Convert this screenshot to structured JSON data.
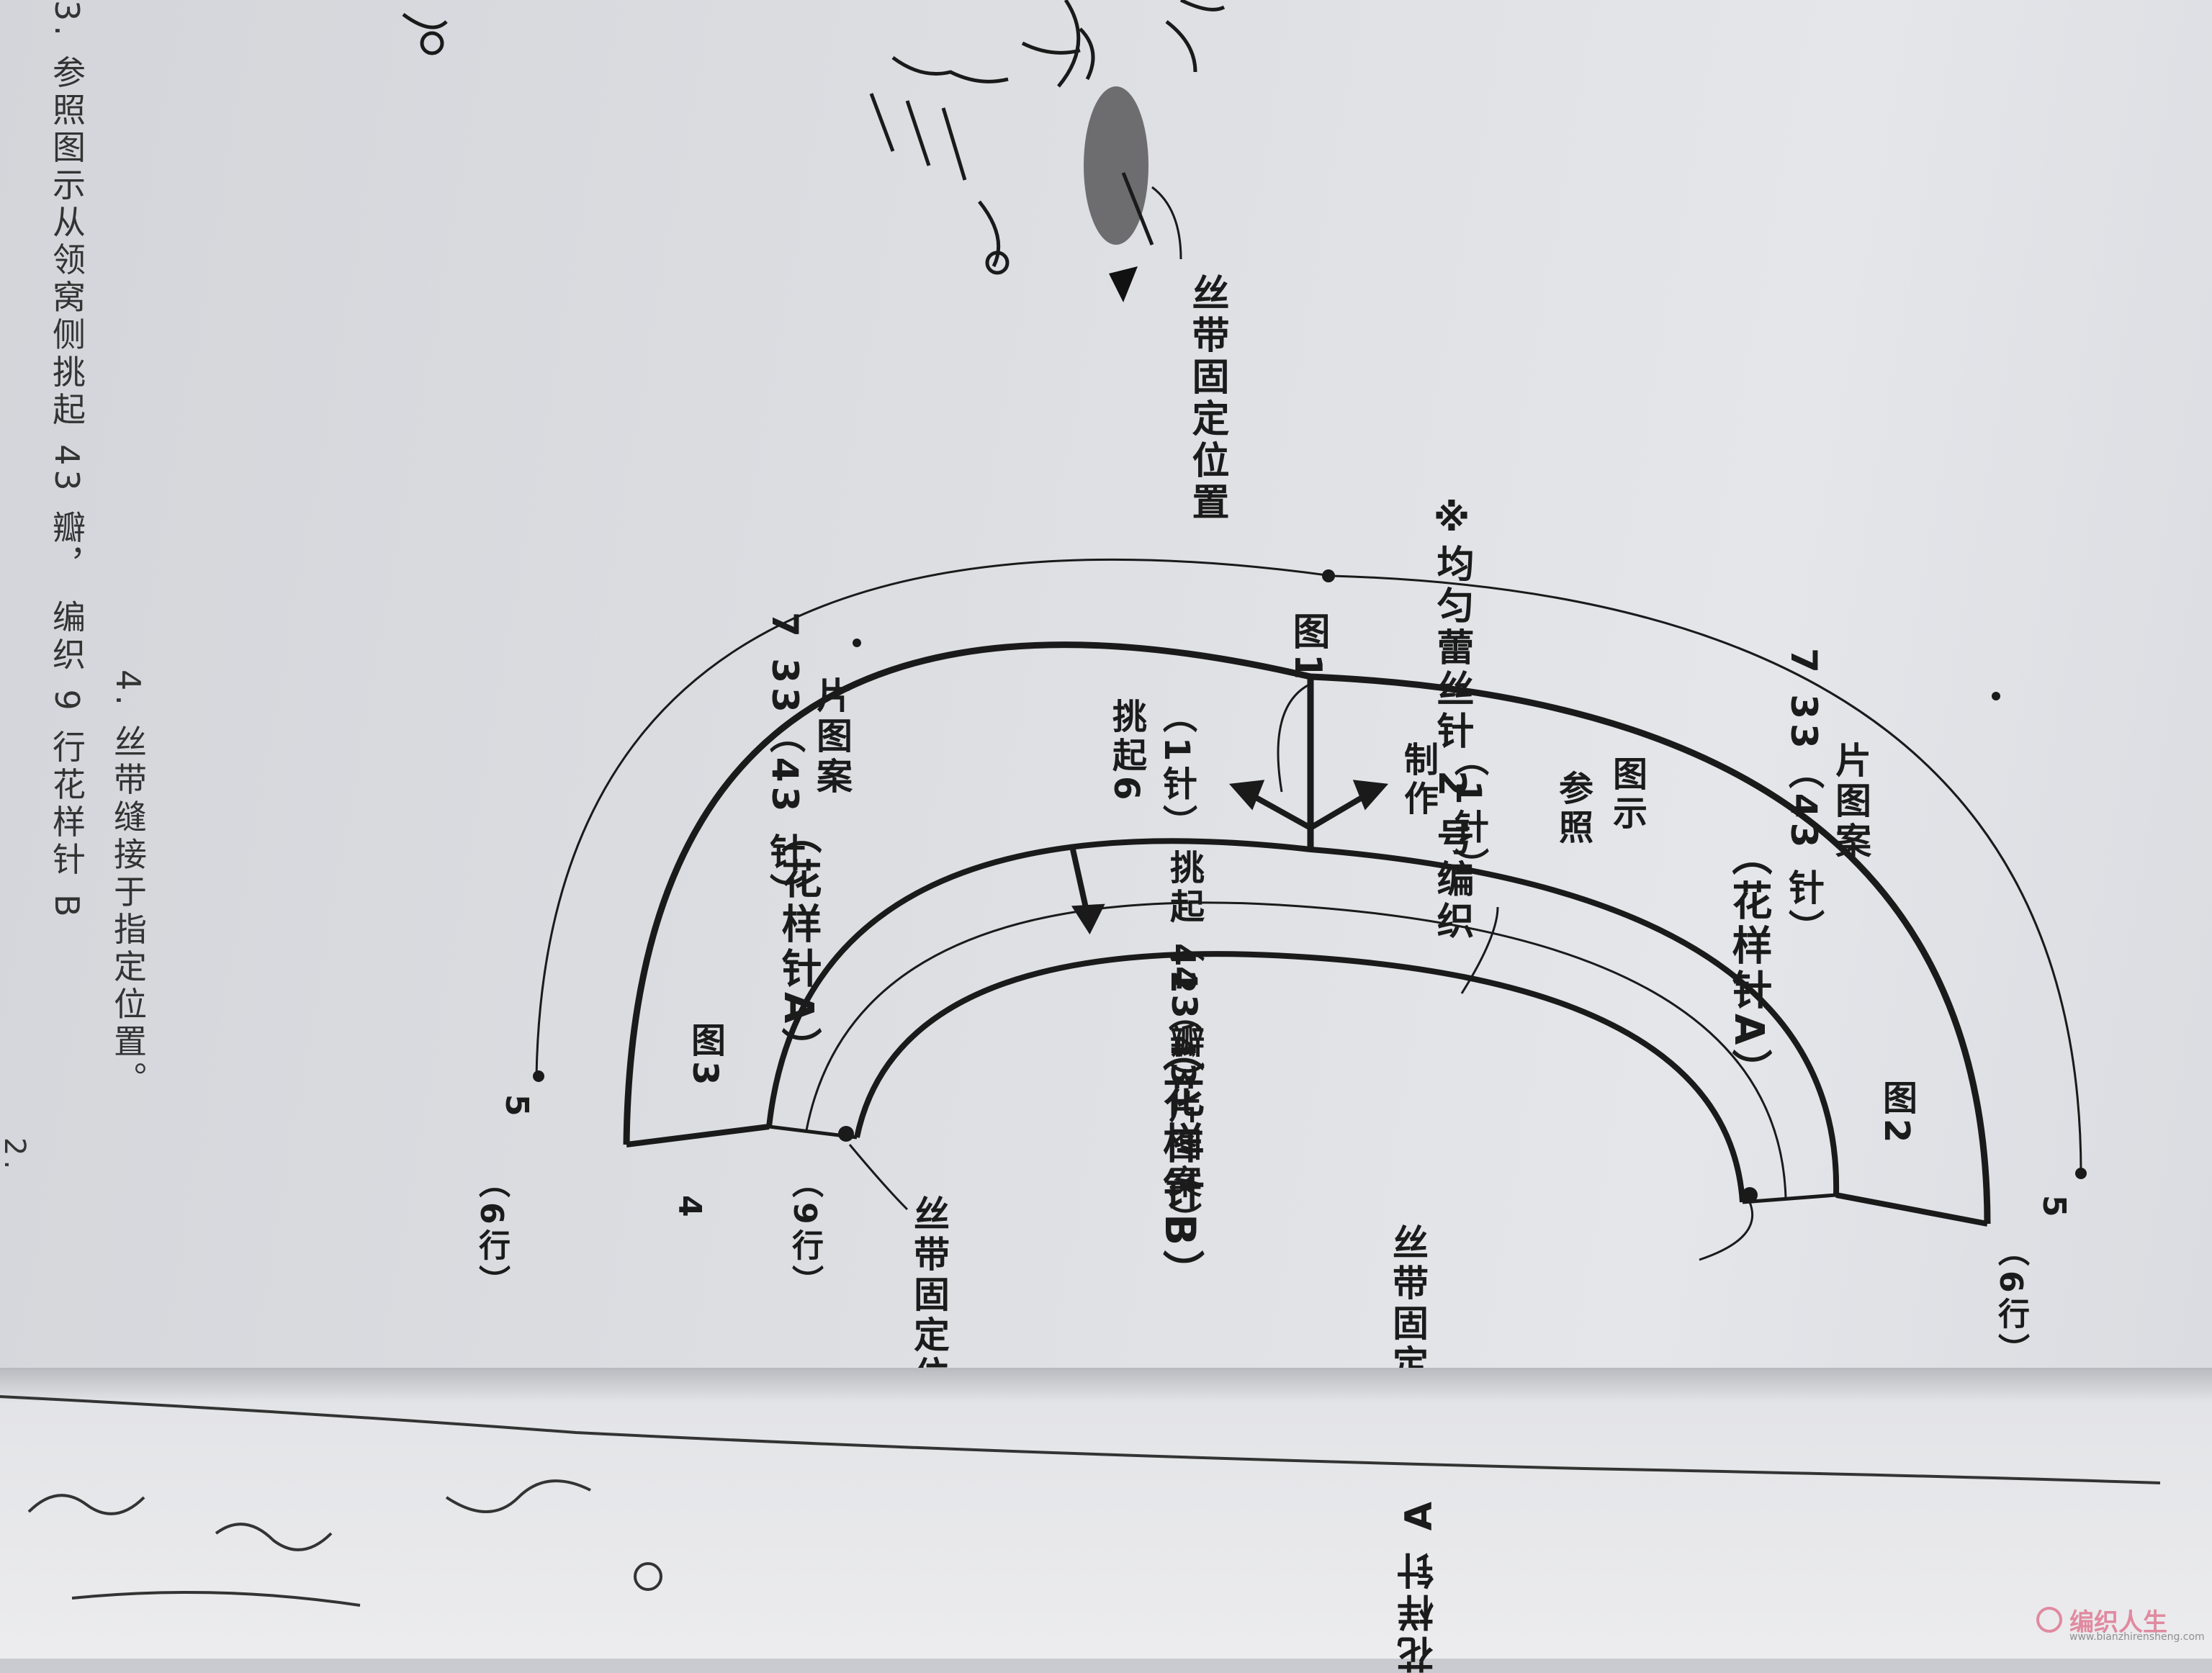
{
  "instructions": {
    "line2": "2.",
    "line3": "3. 参照图示从领窝侧挑起 43 瓣， 编织 9 行花样针 B",
    "line4": "4. 丝带缝接于指定位置。"
  },
  "note": "※均匀蕾丝针 2 号编织",
  "top_pattern": {
    "ribbon_label": "丝带固定位置"
  },
  "diagram": {
    "panel_1": "图1",
    "panel_2": "图2",
    "panel_3": "图3",
    "left_outer_count": "7 33（43 针）",
    "left_outer_repeat": "片图案",
    "right_outer_count": "7 33（43 针）",
    "right_outer_repeat": "片图案",
    "pattern_a_left": "（花样针A）",
    "pattern_a_right": "（花样针A）",
    "pick_up_left_a": "挑起6",
    "pick_up_left_b": "（1针）",
    "make_right_a": "制作",
    "make_right_b": "（1针）",
    "make_right_c": "参照",
    "make_right_d": "图示",
    "pick_up_inner": "挑起（43瓣）",
    "inner_count": "42（43片图案）",
    "pattern_b": "（花样针B）",
    "left_rows_a_num": "5",
    "left_rows_a": "（6行）",
    "left_rows_b_num": "4",
    "left_rows_b": "（9行）",
    "right_rows_a_num": "5",
    "right_rows_a": "（6行）",
    "ribbon_left": "丝带固定位置",
    "ribbon_right": "丝带固定位置"
  },
  "bottom_page": {
    "pattern_a_title": "花样针 A"
  },
  "watermark": {
    "brand": "编织人生",
    "url": "www.bianzhirensheng.com"
  }
}
